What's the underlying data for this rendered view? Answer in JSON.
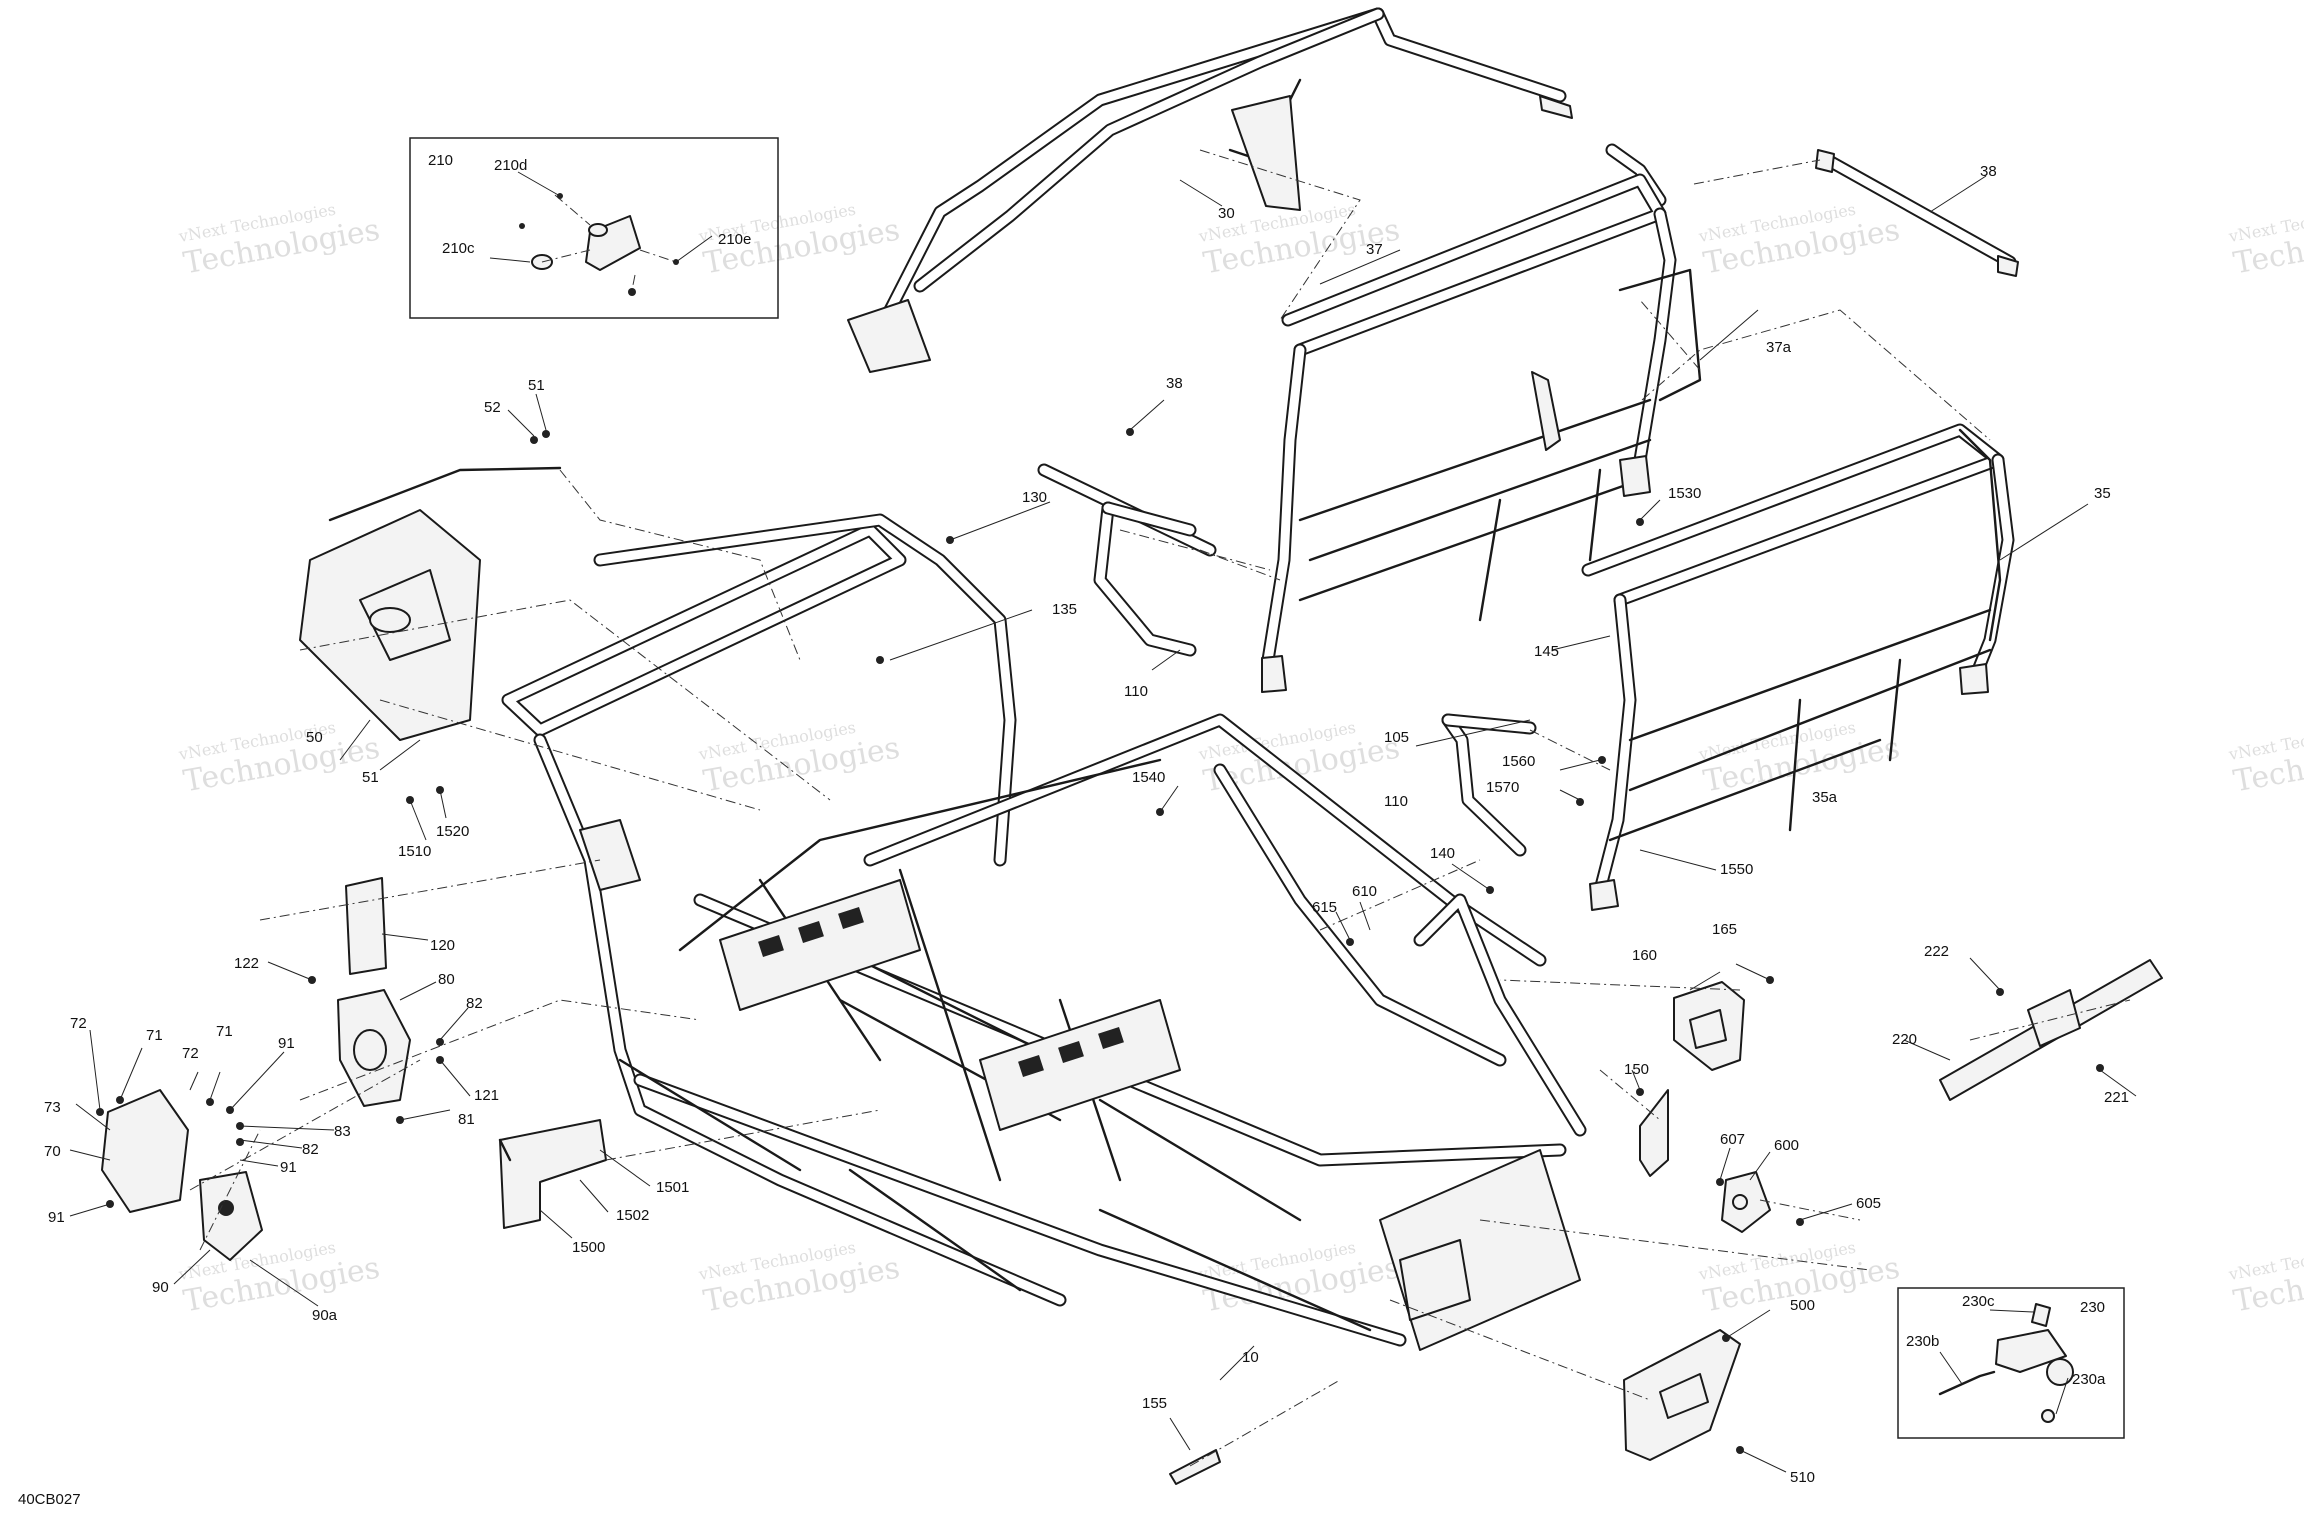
{
  "diagram_code": "40CB027",
  "watermark": {
    "line1": "vNext Technologies",
    "line2": "Technologies"
  },
  "inset_210": {
    "label": "210",
    "parts": [
      "210d",
      "210c",
      "210e"
    ]
  },
  "inset_230": {
    "label": "230",
    "parts": [
      "230c",
      "230b",
      "230a"
    ]
  },
  "callouts": {
    "c30": "30",
    "c37": "37",
    "c38a": "38",
    "c38b": "38",
    "c37a": "37a",
    "c35": "35",
    "c35a": "35a",
    "c1530": "1530",
    "c145": "145",
    "c105": "105",
    "c110a": "110",
    "c110b": "110",
    "c1560": "1560",
    "c1570": "1570",
    "c1550": "1550",
    "c130": "130",
    "c135": "135",
    "c51a": "51",
    "c52": "52",
    "c50": "50",
    "c51b": "51",
    "c1520": "1520",
    "c1510": "1510",
    "c1540": "1540",
    "c140": "140",
    "c615": "615",
    "c610": "610",
    "c160": "160",
    "c165": "165",
    "c150": "150",
    "c222": "222",
    "c220": "220",
    "c221": "221",
    "c607": "607",
    "c600": "600",
    "c605": "605",
    "c120": "120",
    "c122": "122",
    "c80": "80",
    "c82a": "82",
    "c121": "121",
    "c81": "81",
    "c72a": "72",
    "c71a": "71",
    "c71b": "71",
    "c72b": "72",
    "c91a": "91",
    "c73": "73",
    "c83": "83",
    "c82b": "82",
    "c70": "70",
    "c91b": "91",
    "c91c": "91",
    "c90": "90",
    "c90a": "90a",
    "c1501": "1501",
    "c1502": "1502",
    "c1500": "1500",
    "c500": "500",
    "c510": "510",
    "c10": "10",
    "c155": "155"
  }
}
